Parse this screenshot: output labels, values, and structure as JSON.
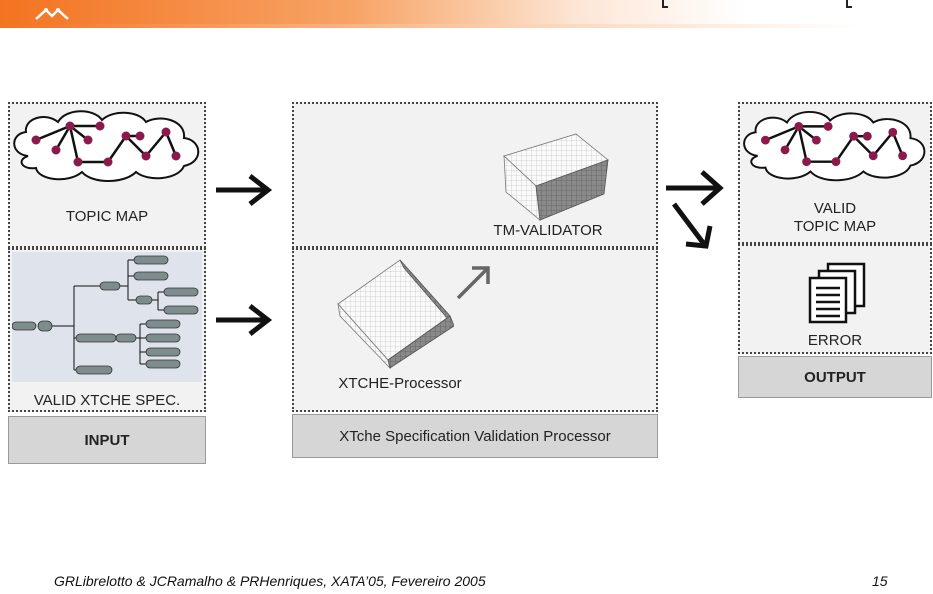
{
  "input": {
    "topic_map_label": "TOPIC MAP",
    "spec_label": "VALID XTCHE SPEC.",
    "footer_label": "INPUT"
  },
  "processor": {
    "validator_label": "TM-VALIDATOR",
    "xtche_label": "XTCHE-Processor",
    "footer_label": "XTche Specification Validation Processor"
  },
  "output": {
    "valid_label_line1": "VALID",
    "valid_label_line2": "TOPIC MAP",
    "error_label": "ERROR",
    "footer_label": "OUTPUT"
  },
  "footer": {
    "authors": "GRLibrelotto & JCRamalho & PRHenriques, XATA’05, Fevereiro 2005",
    "page_number": "15"
  },
  "colors": {
    "accent": "#f37321",
    "node": "#8b1a4a",
    "panel": "#f2f2f2",
    "box": "#d6d6d6"
  }
}
